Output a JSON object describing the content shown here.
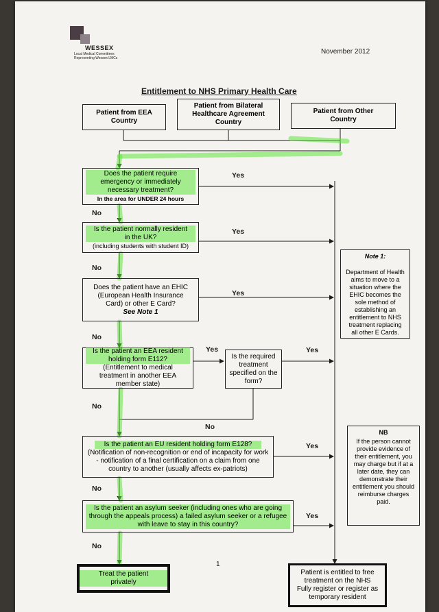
{
  "header": {
    "logo_name": "WESSEX",
    "logo_line1": "Local Medical Committees",
    "logo_line2": "Representing Wessex LMCs",
    "date": "November 2012",
    "page_number": "1"
  },
  "title": "Entitlement to NHS Primary Health Care",
  "patient_types": [
    "Patient from EEA Country",
    "Patient from Bilateral Healthcare Agreement Country",
    "Patient from Other Country"
  ],
  "questions": {
    "q1_main": "Does the patient require emergency or immediately necessary treatment?",
    "q1_sub": "In the area for UNDER 24 hours",
    "q2_main": "Is the patient normally resident in the UK?",
    "q2_sub": "(including students with student ID)",
    "q3_main": "Does the patient have an EHIC (European Health Insurance Card) or other E Card?",
    "q3_sub": "See Note 1",
    "q4_main": "Is the patient an EEA resident holding form E112?",
    "q4_sub": "(Entitlement to medical treatment in another EEA member state)",
    "q4b": "Is the required treatment specified on the form?",
    "q5_main": "Is the patient an EU resident holding form E128?",
    "q5_sub": "(Notification of non-recognition or end of incapacity for work - notification of a final certification on a claim from one country to another (usually affects ex-patriots)",
    "q6": "Is the patient an asylum seeker (including ones who are going through the appeals process) a failed asylum seeker or a refugee with leave to stay in this country?"
  },
  "labels": {
    "yes": "Yes",
    "no": "No"
  },
  "notes": {
    "note1_title": "Note 1:",
    "note1_body": "Department of Health aims to move to a situation where the EHIC becomes the sole method of establishing an entitlement to NHS treatment replacing all other E Cards.",
    "nb_title": "NB",
    "nb_body": "If the person cannot provide evidence of their entitlement, you may charge but if at a later date, they can demonstrate their entitlement you should reimburse charges paid."
  },
  "outcomes": {
    "private": "Treat the patient privately",
    "nhs_line1": "Patient is entitled to free treatment on the NHS",
    "nhs_line2": "Fully register or register as temporary resident"
  },
  "colors": {
    "highlighter": "#60e63c",
    "ink": "#1b1b1b",
    "paper": "#f4f3ef"
  }
}
